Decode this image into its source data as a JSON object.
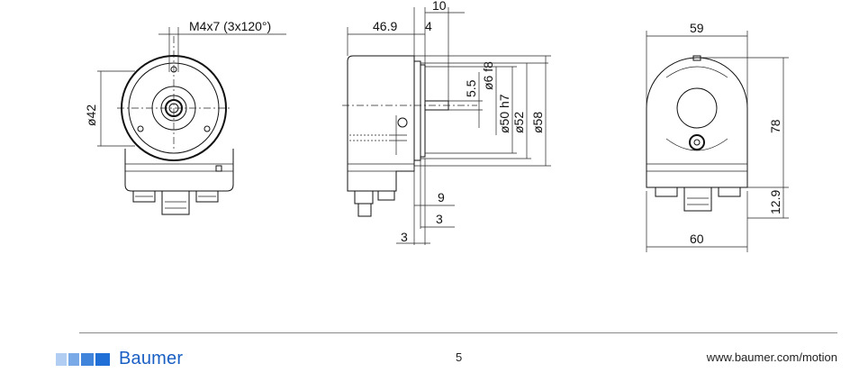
{
  "dimensions": {
    "front": {
      "thread": "M4x7 (3x120°)",
      "dia42": "ø42"
    },
    "side": {
      "d10": "10",
      "d46_9": "46.9",
      "d4": "4",
      "d5_5": "5.5",
      "d6": "ø6 f8",
      "d50": "ø50 h7",
      "d52": "ø52",
      "d58": "ø58",
      "d9": "9",
      "d3a": "3",
      "d3b": "3"
    },
    "rear": {
      "w59": "59",
      "h78": "78",
      "h12_9": "12.9",
      "w60": "60"
    }
  },
  "footer": {
    "brand": "Baumer",
    "page_number": "5",
    "website": "www.baumer.com/motion"
  },
  "colors": {
    "brand_blue": "#1f6fd6",
    "ink": "#111111",
    "rule": "#8a8a8a"
  }
}
